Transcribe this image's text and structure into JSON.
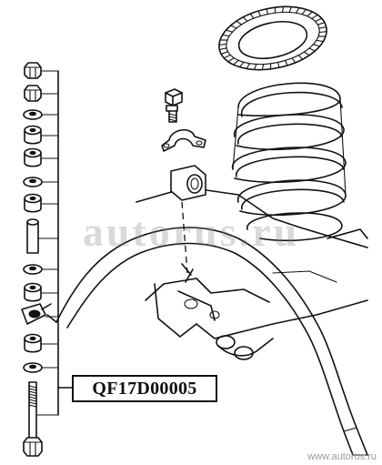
{
  "part_number": "QF17D00005",
  "watermark_text": "autorus.ru",
  "footer_url": "www.autorus.ru"
}
